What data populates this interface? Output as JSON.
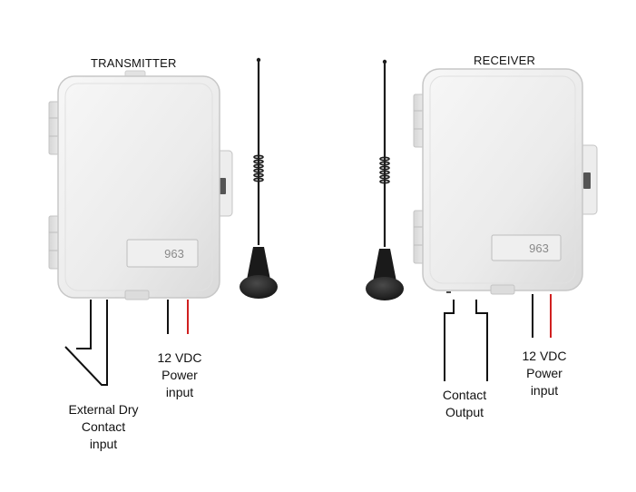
{
  "transmitter": {
    "title": "TRANSMITTER",
    "label_tag": "963",
    "input_label": [
      "External Dry",
      "Contact",
      "input"
    ],
    "power_label": [
      "12 VDC",
      "Power",
      "input"
    ]
  },
  "receiver": {
    "title": "RECEIVER",
    "label_tag": "963",
    "output_label": [
      "Contact",
      "Output"
    ],
    "power_label": [
      "12 VDC",
      "Power",
      "input"
    ]
  },
  "colors": {
    "enclosure": "#ececec",
    "enclosure_edge": "#c9c9c9",
    "antenna": "#1c1c1c",
    "wire_black": "#111111",
    "wire_red": "#d02020"
  }
}
